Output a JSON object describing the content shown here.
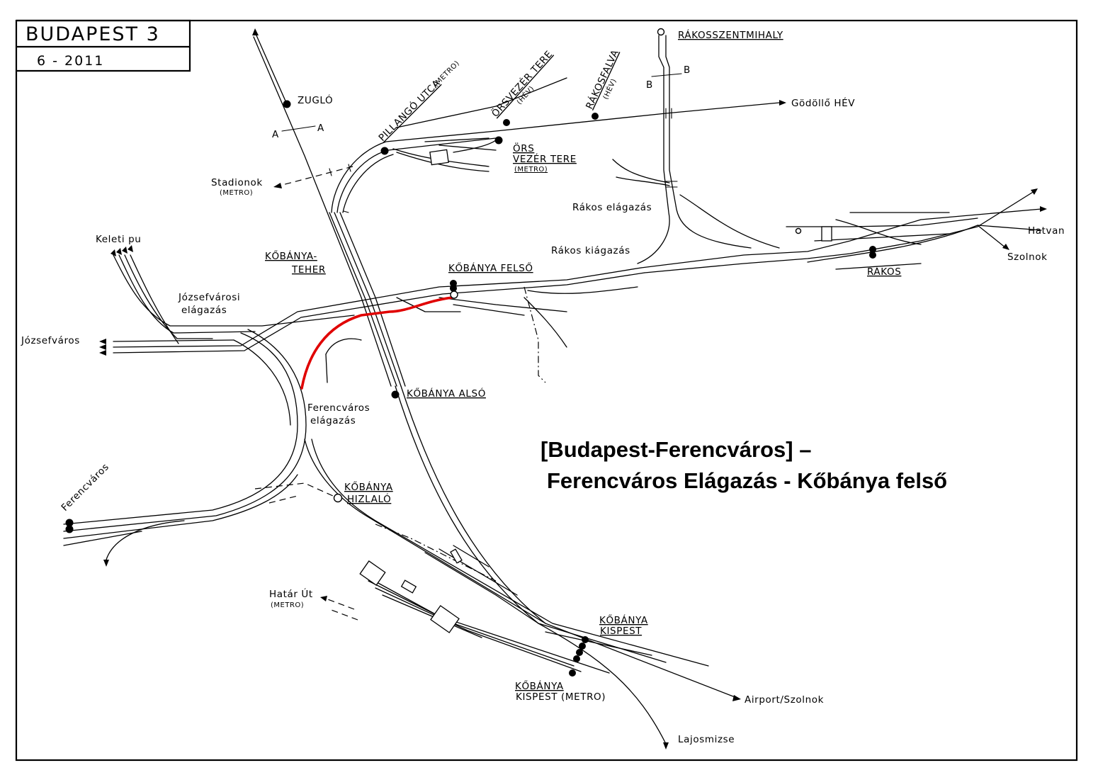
{
  "header": {
    "title": "BUDAPEST 3",
    "date": "6 - 2011"
  },
  "caption": {
    "line1": "[Budapest-Ferencváros] –",
    "line2": "Ferencváros Elágazás -  Kőbánya felső"
  },
  "labels": {
    "zuglo": "ZUGLÓ",
    "rakosszentmihaly": "RÁKOSSZENTMIHALY",
    "pillango_utca": "PILLANGÓ UTCA",
    "pillango_metro": "(METRO)",
    "orsvezer_hev": "ÖRSVEZÉR TERE",
    "orsvezer_hev_tag": "(HÉV)",
    "rakosfalva": "RÁKOSFALVA",
    "rakosfalva_tag": "(HÉV)",
    "godollo_hev": "Gödöllő HÉV",
    "ors_vezer_tere_1": "ÖRS",
    "ors_vezer_tere_2": "VEZÉR TERE",
    "ors_vezer_tere_3": "(METRO)",
    "stadionok": "Stadionok",
    "stadionok_metro": "(METRO)",
    "rakos_elagazas": "Rákos elágazás",
    "rakos_kiagazas": "Rákos kiágazás",
    "hatvan": "Hatvan",
    "szolnok": "Szolnok",
    "rakos": "RÁKOS",
    "keleti_pu": "Keleti pu",
    "kobanya_teher_1": "KŐBÁNYA-",
    "kobanya_teher_2": "TEHER",
    "kobanya_felso": "KŐBÁNYA FELSŐ",
    "jozsefvarosi_1": "Józsefvárosi",
    "jozsefvarosi_2": "elágazás",
    "jozsefvaros": "Józsefváros",
    "kobanya_also": "KŐBÁNYA ALSÓ",
    "ferencvaros_el_1": "Ferencváros",
    "ferencvaros_el_2": "elágazás",
    "ferencvaros": "Ferencváros",
    "kobanya_hizlalo_1": "KŐBÁNYA",
    "kobanya_hizlalo_2": "HIZLALÓ",
    "hatar_ut": "Határ Út",
    "hatar_ut_metro": "(METRO)",
    "kobanya_kispest_1": "KŐBÁNYA",
    "kobanya_kispest_2": "KISPEST",
    "kobanya_kispest_metro_1": "KŐBÁNYA",
    "kobanya_kispest_metro_2": "KISPEST (METRO)",
    "airport_szolnok": "Airport/Szolnok",
    "lajosmizse": "Lajosmizse",
    "section_a1": "A",
    "section_a2": "A",
    "section_b1": "B",
    "section_b2": "B"
  },
  "colors": {
    "highlight_route": "#e00000",
    "ink": "#000000",
    "paper": "#ffffff"
  }
}
